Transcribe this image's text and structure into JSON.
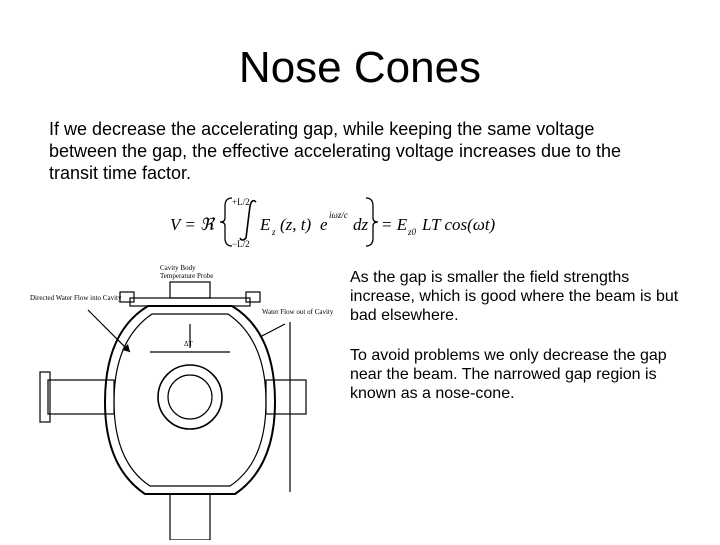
{
  "slide": {
    "title": "Nose Cones",
    "intro": "If we decrease the accelerating gap, while keeping the same voltage between the gap, the effective accelerating voltage increases due to the transit time factor.",
    "formula": {
      "lhs": "V = ℜ",
      "upper_limit": "+L/2",
      "lower_limit": "−L/2",
      "integrand": "E",
      "integrand_sub": "z",
      "args": "(z, t)",
      "exp_base": "e",
      "exponent": "iωz/c",
      "differential": "dz",
      "rhs": "= E",
      "rhs_sub": "z0",
      "rhs_tail": "LT cos(ωt)"
    },
    "paragraph_1": "As the gap is smaller the field strengths increase, which is good where the beam is but bad elsewhere.",
    "paragraph_2": "To avoid problems we only decrease the gap near the beam. The narrowed gap region is known as a nose-cone.",
    "figure": {
      "label_probe": "Cavity Body Temperature Probe",
      "label_directed": "Directed Water Flow into Cavity",
      "label_waterflow": "Water Flow out of Cavity",
      "label_dt": "ΔT"
    }
  }
}
